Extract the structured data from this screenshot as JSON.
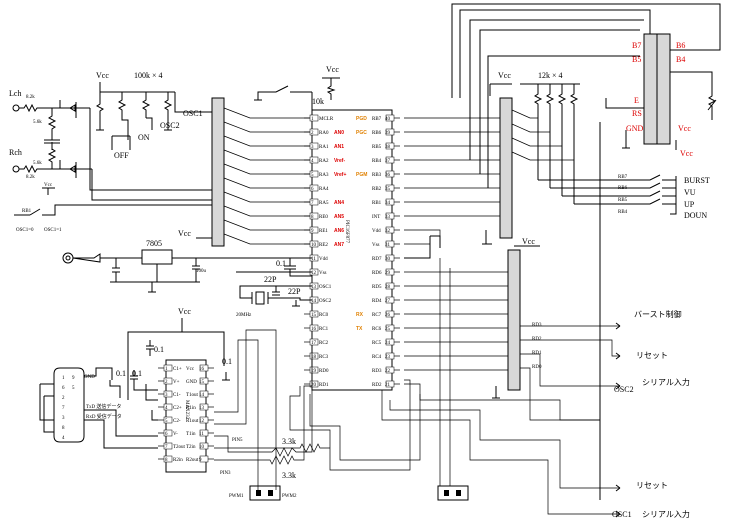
{
  "labels": {
    "lch": "Lch",
    "rch": "Rch",
    "r82k_a": "8.2k",
    "r82k_b": "8.2k",
    "r56k_a": "5.6k",
    "r56k_b": "5.6k",
    "vcc_top_left": "Vcc",
    "res_array_left": "100k × 4",
    "vcc_mid_left": "Vcc",
    "off": "OFF",
    "on": "ON",
    "osc1": "OSC1",
    "osc2": "OSC2",
    "osc_sw_a": "OSC1=0",
    "osc_sw_b": "OSC1=1",
    "rb1": "RB1",
    "vcc_mclr": "Vcc",
    "r10k": "10k",
    "vcc_header_mid": "Vcc",
    "res_array_right": "12k × 4",
    "vcc_reg": "Vcc",
    "reg_7805": "7805",
    "cap_01_reg": "0.1",
    "crystal": "20MHz",
    "c22p_a": "22P",
    "c22p_b": "22P",
    "vcc_max": "Vcc",
    "cap_01_a": "0.1",
    "cap_01_b": "0.1",
    "cap_01_c": "0.1",
    "cap_01_d": "0.1",
    "r33k_a": "3.3k",
    "r33k_b": "3.3k",
    "pin5": "PIN5",
    "pin3": "PIN3",
    "vcc_lower": "Vcc",
    "burst": "BURST",
    "vu": "VU",
    "up": "UP",
    "doun": "DOUN",
    "rb7": "RB7",
    "rb6": "RB6",
    "rb5": "RB5",
    "rb4": "RB4",
    "hdr_b7": "B7",
    "hdr_b6": "B6",
    "hdr_b5": "B5",
    "hdr_b4": "B4",
    "hdr_e": "E",
    "hdr_rs": "RS",
    "hdr_gnd": "GND",
    "hdr_vcc": "Vcc",
    "vcc_red": "Vcc",
    "burst_ctrl": "バースト制御",
    "reset_1": "リセット",
    "osc2_serial": "OSC2",
    "serial_in_1": "シリアル入力",
    "reset_2": "リセット",
    "osc1_serial": "OSC1",
    "serial_in_2": "シリアル入力",
    "rd3": "RD3",
    "rd2": "RD2",
    "rd1": "RD1",
    "rd0": "RD0",
    "gnd": "GND",
    "txd": "TxD 送信データ",
    "rxd": "RxD 受信データ"
  },
  "pic_left_pins": [
    {
      "num": "1",
      "name": "MCLR",
      "func": ""
    },
    {
      "num": "2",
      "name": "RA0",
      "func": "AN0"
    },
    {
      "num": "3",
      "name": "RA1",
      "func": "AN1"
    },
    {
      "num": "4",
      "name": "RA2",
      "func": "Vref-"
    },
    {
      "num": "5",
      "name": "RA3",
      "func": "Vref+"
    },
    {
      "num": "6",
      "name": "RA4",
      "func": ""
    },
    {
      "num": "7",
      "name": "RA5",
      "func": "AN4"
    },
    {
      "num": "8",
      "name": "RE0",
      "func": "AN5"
    },
    {
      "num": "9",
      "name": "RE1",
      "func": "AN6"
    },
    {
      "num": "10",
      "name": "RE2",
      "func": "AN7"
    },
    {
      "num": "11",
      "name": "Vdd",
      "func": ""
    },
    {
      "num": "12",
      "name": "Vss",
      "func": ""
    },
    {
      "num": "13",
      "name": "OSC1",
      "func": ""
    },
    {
      "num": "14",
      "name": "OSC2",
      "func": ""
    },
    {
      "num": "15",
      "name": "RC0",
      "func": ""
    },
    {
      "num": "16",
      "name": "RC1",
      "func": ""
    },
    {
      "num": "17",
      "name": "RC2",
      "func": ""
    },
    {
      "num": "18",
      "name": "RC3",
      "func": ""
    },
    {
      "num": "19",
      "name": "RD0",
      "func": ""
    },
    {
      "num": "20",
      "name": "RD1",
      "func": ""
    }
  ],
  "pic_right_pins": [
    {
      "num": "40",
      "name": "RB7",
      "func": "PGD"
    },
    {
      "num": "39",
      "name": "RB6",
      "func": "PGC"
    },
    {
      "num": "38",
      "name": "RB5",
      "func": ""
    },
    {
      "num": "37",
      "name": "RB4",
      "func": ""
    },
    {
      "num": "36",
      "name": "RB3",
      "func": "PGM"
    },
    {
      "num": "35",
      "name": "RB2",
      "func": ""
    },
    {
      "num": "34",
      "name": "RB1",
      "func": ""
    },
    {
      "num": "33",
      "name": "INT",
      "func": ""
    },
    {
      "num": "32",
      "name": "Vdd",
      "func": ""
    },
    {
      "num": "31",
      "name": "Vss",
      "func": ""
    },
    {
      "num": "30",
      "name": "RD7",
      "func": ""
    },
    {
      "num": "29",
      "name": "RD6",
      "func": ""
    },
    {
      "num": "28",
      "name": "RD5",
      "func": ""
    },
    {
      "num": "27",
      "name": "RD4",
      "func": ""
    },
    {
      "num": "26",
      "name": "RC7",
      "func": "RX"
    },
    {
      "num": "25",
      "name": "RC6",
      "func": "TX"
    },
    {
      "num": "24",
      "name": "RC5",
      "func": ""
    },
    {
      "num": "23",
      "name": "RC4",
      "func": ""
    },
    {
      "num": "22",
      "name": "RD3",
      "func": ""
    },
    {
      "num": "21",
      "name": "RD2",
      "func": ""
    }
  ],
  "max_left_pins": [
    {
      "num": "1",
      "name": "C1+"
    },
    {
      "num": "2",
      "name": "V+"
    },
    {
      "num": "3",
      "name": "C1-"
    },
    {
      "num": "4",
      "name": "C2+"
    },
    {
      "num": "5",
      "name": "C2-"
    },
    {
      "num": "6",
      "name": "V-"
    },
    {
      "num": "7",
      "name": "T2out"
    },
    {
      "num": "8",
      "name": "R2in"
    }
  ],
  "max_right_pins": [
    {
      "num": "16",
      "name": "Vcc"
    },
    {
      "num": "15",
      "name": "GND"
    },
    {
      "num": "14",
      "name": "T1out"
    },
    {
      "num": "13",
      "name": "R1in"
    },
    {
      "num": "12",
      "name": "R1out"
    },
    {
      "num": "11",
      "name": "T1in"
    },
    {
      "num": "10",
      "name": "T2in"
    },
    {
      "num": "9",
      "name": "R2out"
    }
  ],
  "db9_pins": [
    "1",
    "6",
    "2",
    "7",
    "3",
    "8",
    "4",
    "9",
    "5"
  ],
  "pic_chip_name": "PIC16F877",
  "max_chip_name": "MAX232",
  "bottom_connectors": [
    "PWM1",
    "PWM2"
  ]
}
